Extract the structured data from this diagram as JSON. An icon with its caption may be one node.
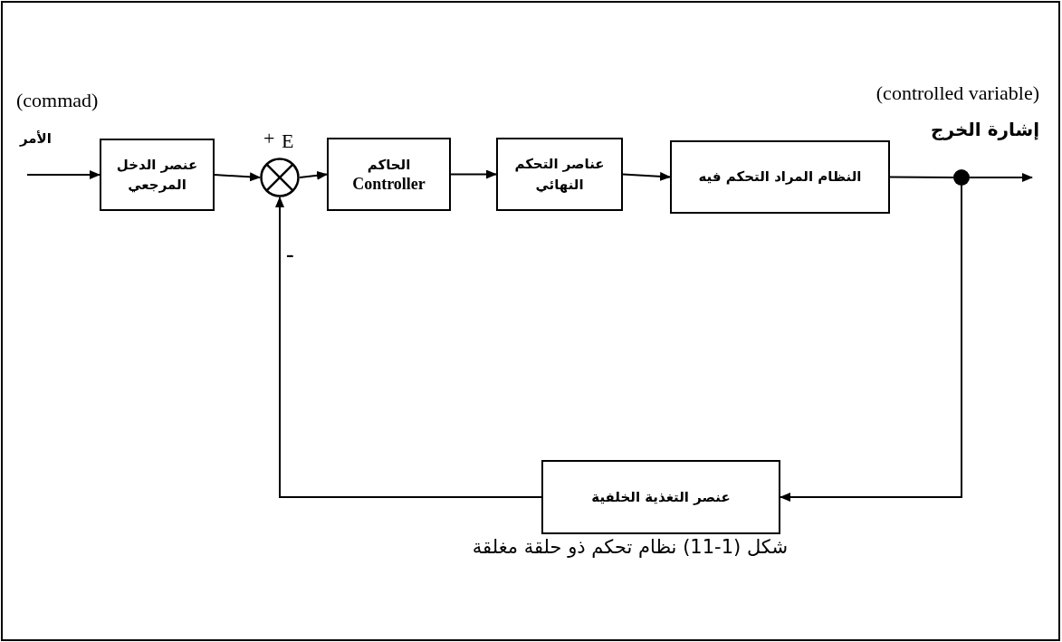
{
  "diagram": {
    "caption": "شكل (1-11) نظام تحكم ذو حلقة مغلقة",
    "nodes": [
      {
        "text": [
          "عنصر الدخل المرجعي"
        ]
      },
      {
        "text": [],
        "shape": "circle"
      },
      {
        "text": [
          "الحاكم",
          "Controller"
        ]
      },
      {
        "text": [
          "عناصر التحكم النهائي"
        ]
      },
      {
        "text": [
          "النظام المراد التحكم فيه"
        ]
      },
      {
        "text": [],
        "shape": "circle"
      },
      {
        "text": [
          "عنصر التغذية الخلفية"
        ]
      }
    ],
    "edges": [
      {
        "from": null,
        "to": 0,
        "arrow": "to"
      },
      {
        "from": 0,
        "to": 1,
        "arrow": "to"
      },
      {
        "from": 1,
        "to": 2,
        "arrow": "to"
      },
      {
        "from": 2,
        "to": 3,
        "arrow": "to"
      },
      {
        "from": 3,
        "to": 4,
        "arrow": "to"
      },
      {
        "from": 4,
        "to": 5,
        "arrow": "none"
      },
      {
        "from": 5,
        "to": null,
        "arrow": "to"
      },
      {
        "from": 5,
        "to": 6,
        "arrow": "to"
      },
      {
        "from": 6,
        "to": 1,
        "arrow": "to"
      }
    ],
    "labels": [
      "(commad)",
      "الأمر",
      "+",
      "E",
      "-",
      "(controlled variable)",
      "إشارة الخرج"
    ]
  }
}
